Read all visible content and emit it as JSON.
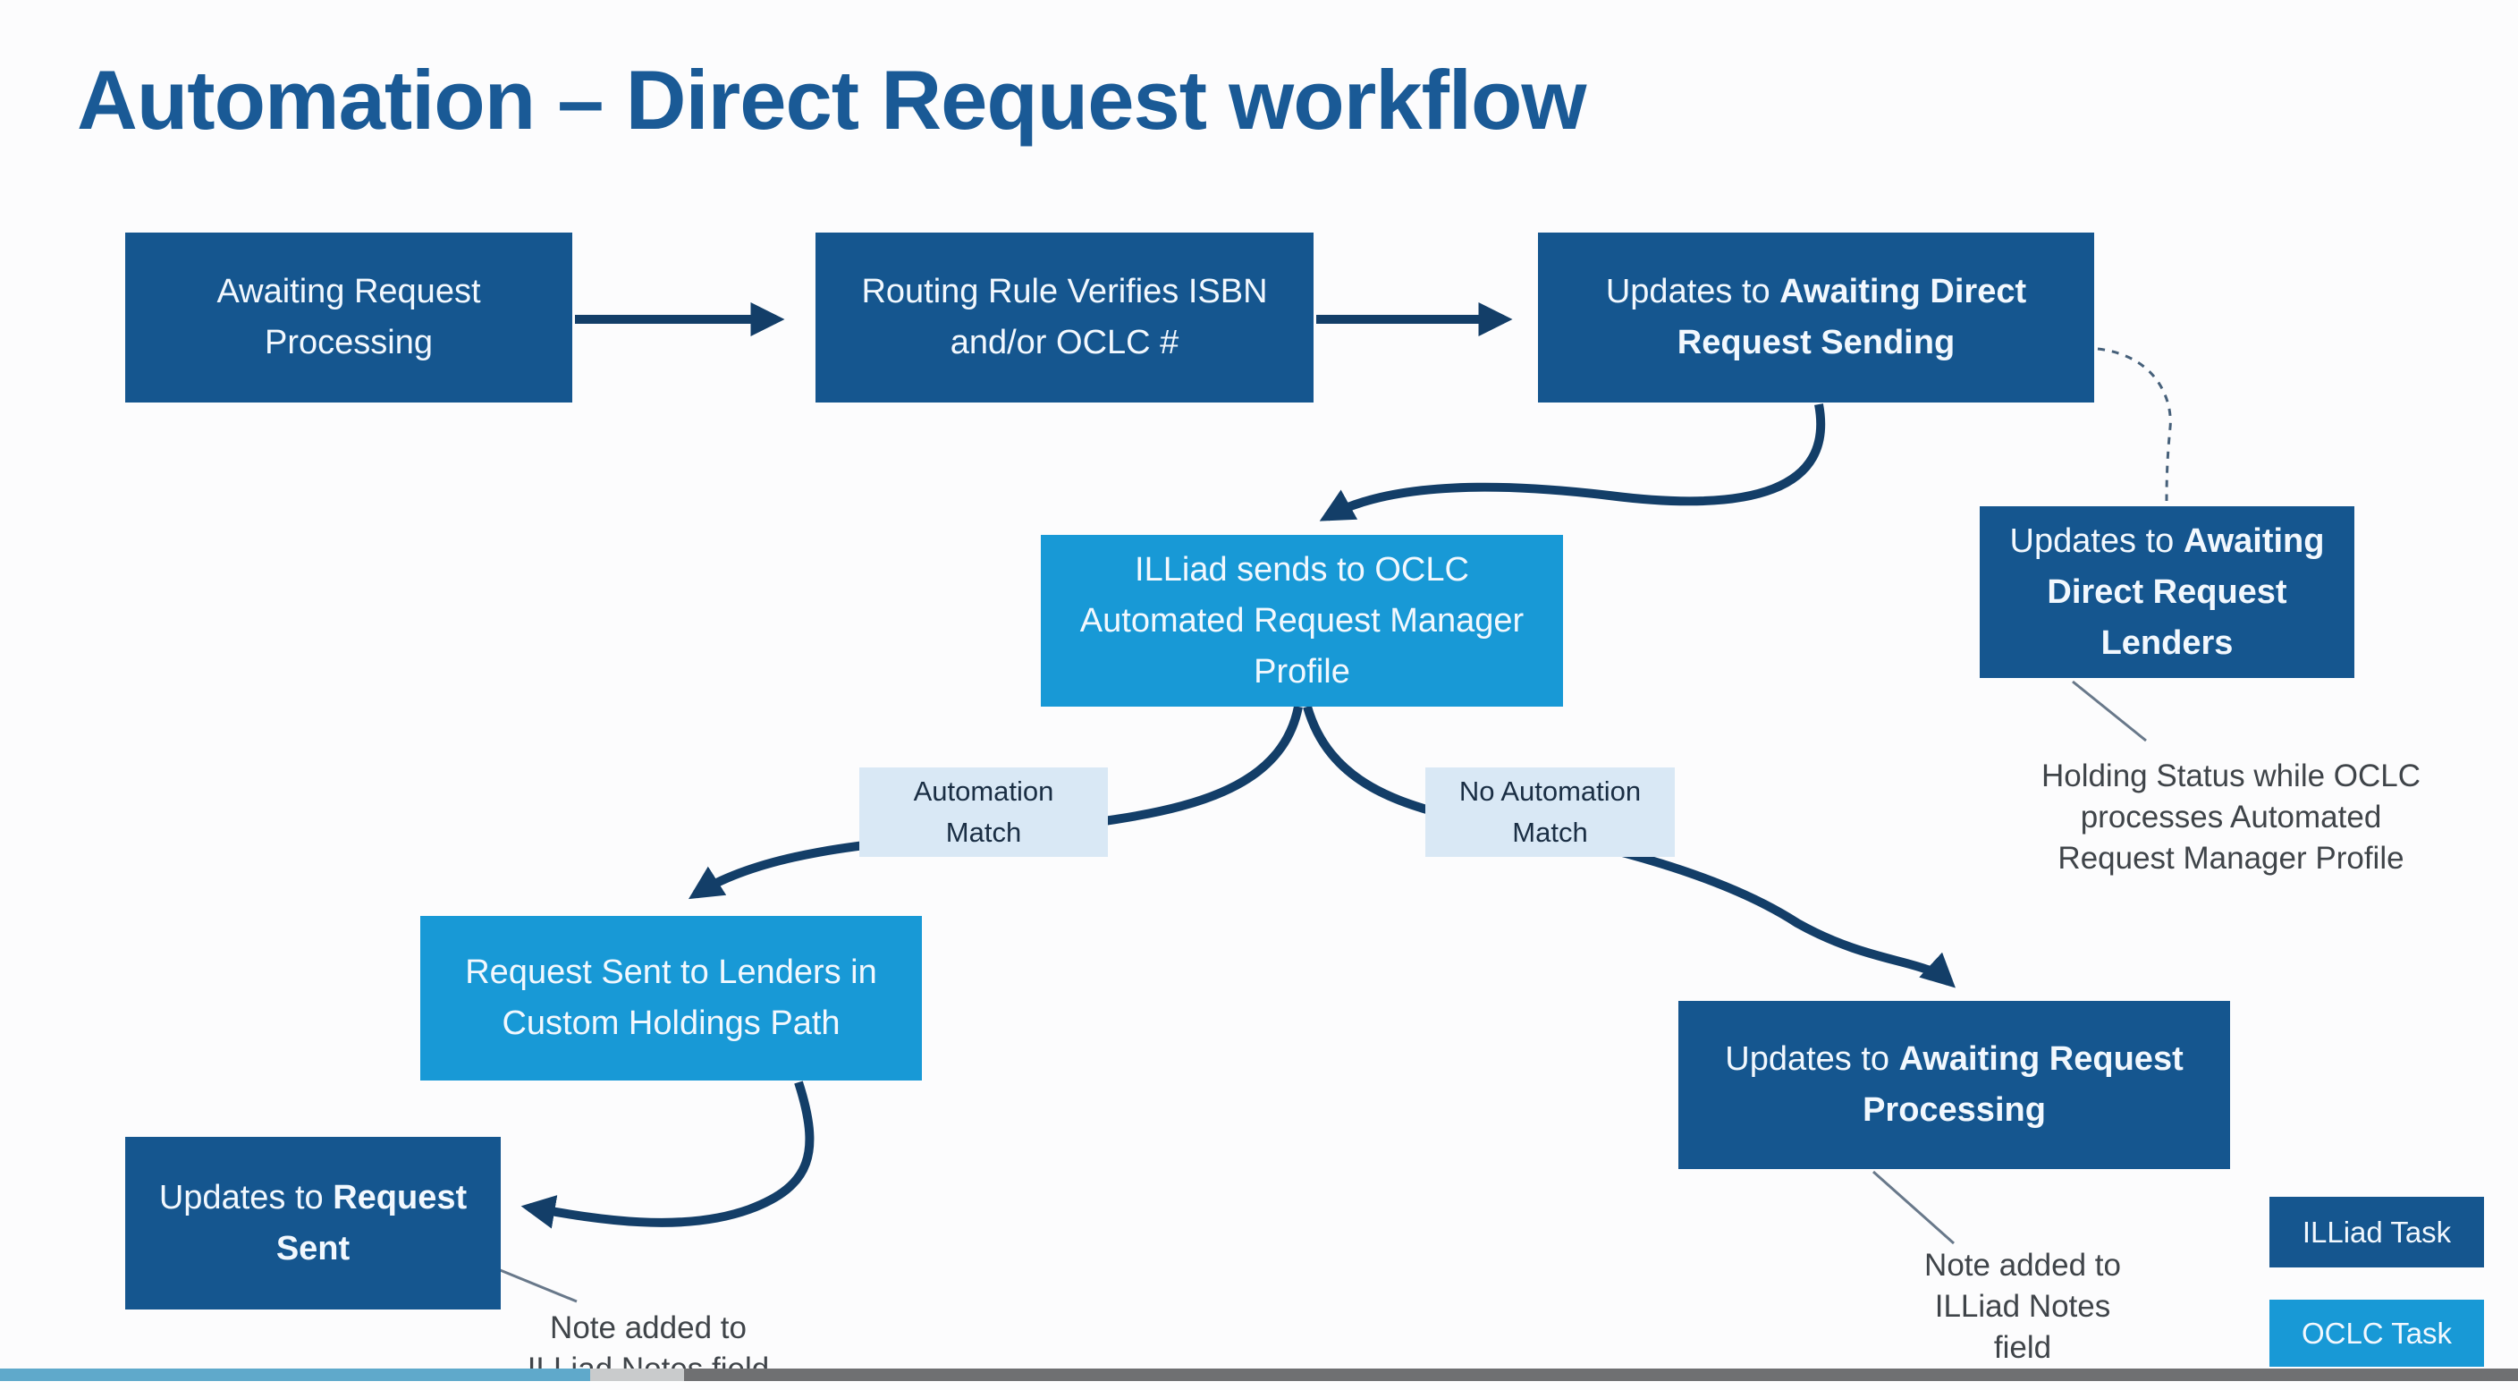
{
  "title": "Automation – Direct Request workflow",
  "colors": {
    "page-bg": "#fcfcfd",
    "title": "#1A5A96",
    "dark-box": "#15568F",
    "light-box": "#1899D6",
    "label-box": "#D9E8F5",
    "label-text": "#1A2E44",
    "box-text": "#F2F8FE",
    "arrow": "#133E68",
    "dashed-line": "#46607A",
    "pointer-line": "#68788A",
    "note-text": "#3F4449",
    "bar-blue": "#5FA9CB",
    "bar-lightgray": "#C9CBCC",
    "bar-darkgray": "#6F7072"
  },
  "nodes": {
    "awaiting_request_processing": {
      "segments": [
        {
          "t": "Awaiting Request"
        },
        {
          "br": true
        },
        {
          "t": "Processing"
        }
      ]
    },
    "routing_rule": {
      "segments": [
        {
          "t": "Routing Rule Verifies ISBN"
        },
        {
          "br": true
        },
        {
          "t": "and/or OCLC #"
        }
      ]
    },
    "awaiting_direct_request_sending": {
      "segments": [
        {
          "t": "Updates to "
        },
        {
          "t": "Awaiting Direct",
          "b": true
        },
        {
          "br": true
        },
        {
          "t": "Request Sending",
          "b": true
        }
      ]
    },
    "illiad_sends_to_oclc": {
      "segments": [
        {
          "t": "ILLiad sends to OCLC"
        },
        {
          "br": true
        },
        {
          "t": "Automated Request Manager"
        },
        {
          "br": true
        },
        {
          "t": "Profile"
        }
      ]
    },
    "awaiting_direct_request_lenders": {
      "segments": [
        {
          "t": "Updates to "
        },
        {
          "t": "Awaiting",
          "b": true
        },
        {
          "br": true
        },
        {
          "t": "Direct Request",
          "b": true
        },
        {
          "br": true
        },
        {
          "t": "Lenders",
          "b": true
        }
      ]
    },
    "request_sent_to_lenders": {
      "segments": [
        {
          "t": "Request Sent to Lenders in"
        },
        {
          "br": true
        },
        {
          "t": "Custom Holdings Path"
        }
      ]
    },
    "awaiting_request_processing_2": {
      "segments": [
        {
          "t": "Updates to "
        },
        {
          "t": "Awaiting Request",
          "b": true
        },
        {
          "br": true
        },
        {
          "t": "Processing",
          "b": true
        }
      ]
    },
    "request_sent": {
      "segments": [
        {
          "t": "Updates to "
        },
        {
          "t": "Request",
          "b": true
        },
        {
          "br": true
        },
        {
          "t": "Sent",
          "b": true
        }
      ]
    }
  },
  "labels": {
    "automation_match": {
      "segments": [
        {
          "t": "Automation"
        },
        {
          "br": true
        },
        {
          "t": "Match"
        }
      ]
    },
    "no_automation_match": {
      "segments": [
        {
          "t": "No Automation"
        },
        {
          "br": true
        },
        {
          "t": "Match"
        }
      ]
    }
  },
  "notes": {
    "holding_status": {
      "segments": [
        {
          "t": "Holding Status while OCLC"
        },
        {
          "br": true
        },
        {
          "t": "processes Automated"
        },
        {
          "br": true
        },
        {
          "t": "Request Manager Profile"
        }
      ]
    },
    "note_under_awaiting": {
      "segments": [
        {
          "t": "Note added to"
        },
        {
          "br": true
        },
        {
          "t": "ILLiad Notes"
        },
        {
          "br": true
        },
        {
          "t": "field"
        }
      ]
    },
    "note_under_request_sent": {
      "segments": [
        {
          "t": "Note added to"
        },
        {
          "br": true
        },
        {
          "t": "ILLiad Notes field"
        }
      ]
    }
  },
  "legend": {
    "illiad_task": "ILLiad Task",
    "oclc_task": "OCLC Task"
  }
}
